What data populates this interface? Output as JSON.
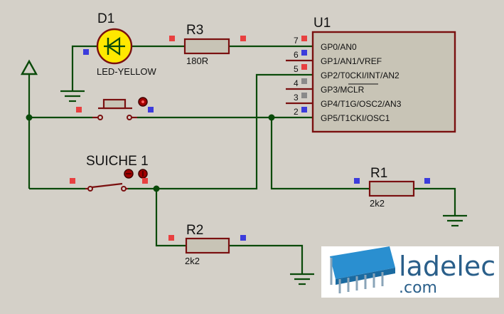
{
  "components": {
    "d1": {
      "ref": "D1",
      "value": "LED-YELLOW"
    },
    "r3": {
      "ref": "R3",
      "value": "180R"
    },
    "u1": {
      "ref": "U1"
    },
    "r1": {
      "ref": "R1",
      "value": "2k2"
    },
    "r2": {
      "ref": "R2",
      "value": "2k2"
    },
    "switch": {
      "ref": "SUICHE 1"
    }
  },
  "u1_pins": [
    {
      "num": "7",
      "name": "GP0/AN0"
    },
    {
      "num": "6",
      "name": "GP1/AN1/VREF"
    },
    {
      "num": "5",
      "name": "GP2/T0CKI/INT/AN2"
    },
    {
      "num": "4",
      "name": "GP3/MCLR"
    },
    {
      "num": "3",
      "name": "GP4/T1G/OSC2/AN3"
    },
    {
      "num": "2",
      "name": "GP5/T1CKI/OSC1"
    }
  ],
  "logo": {
    "main": "ladelec",
    "sub": ".com"
  },
  "colors": {
    "wire": "#0a4a0a",
    "component": "#7a1010",
    "chip_fill": "#c8c4b6",
    "led_fill": "#ffe800",
    "pin_red": "#e84040",
    "pin_blue": "#3c3cdc",
    "pin_gray": "#8a8a8a",
    "logo_text": "#2a5f8a",
    "logo_icon": "#2a8fd0"
  }
}
